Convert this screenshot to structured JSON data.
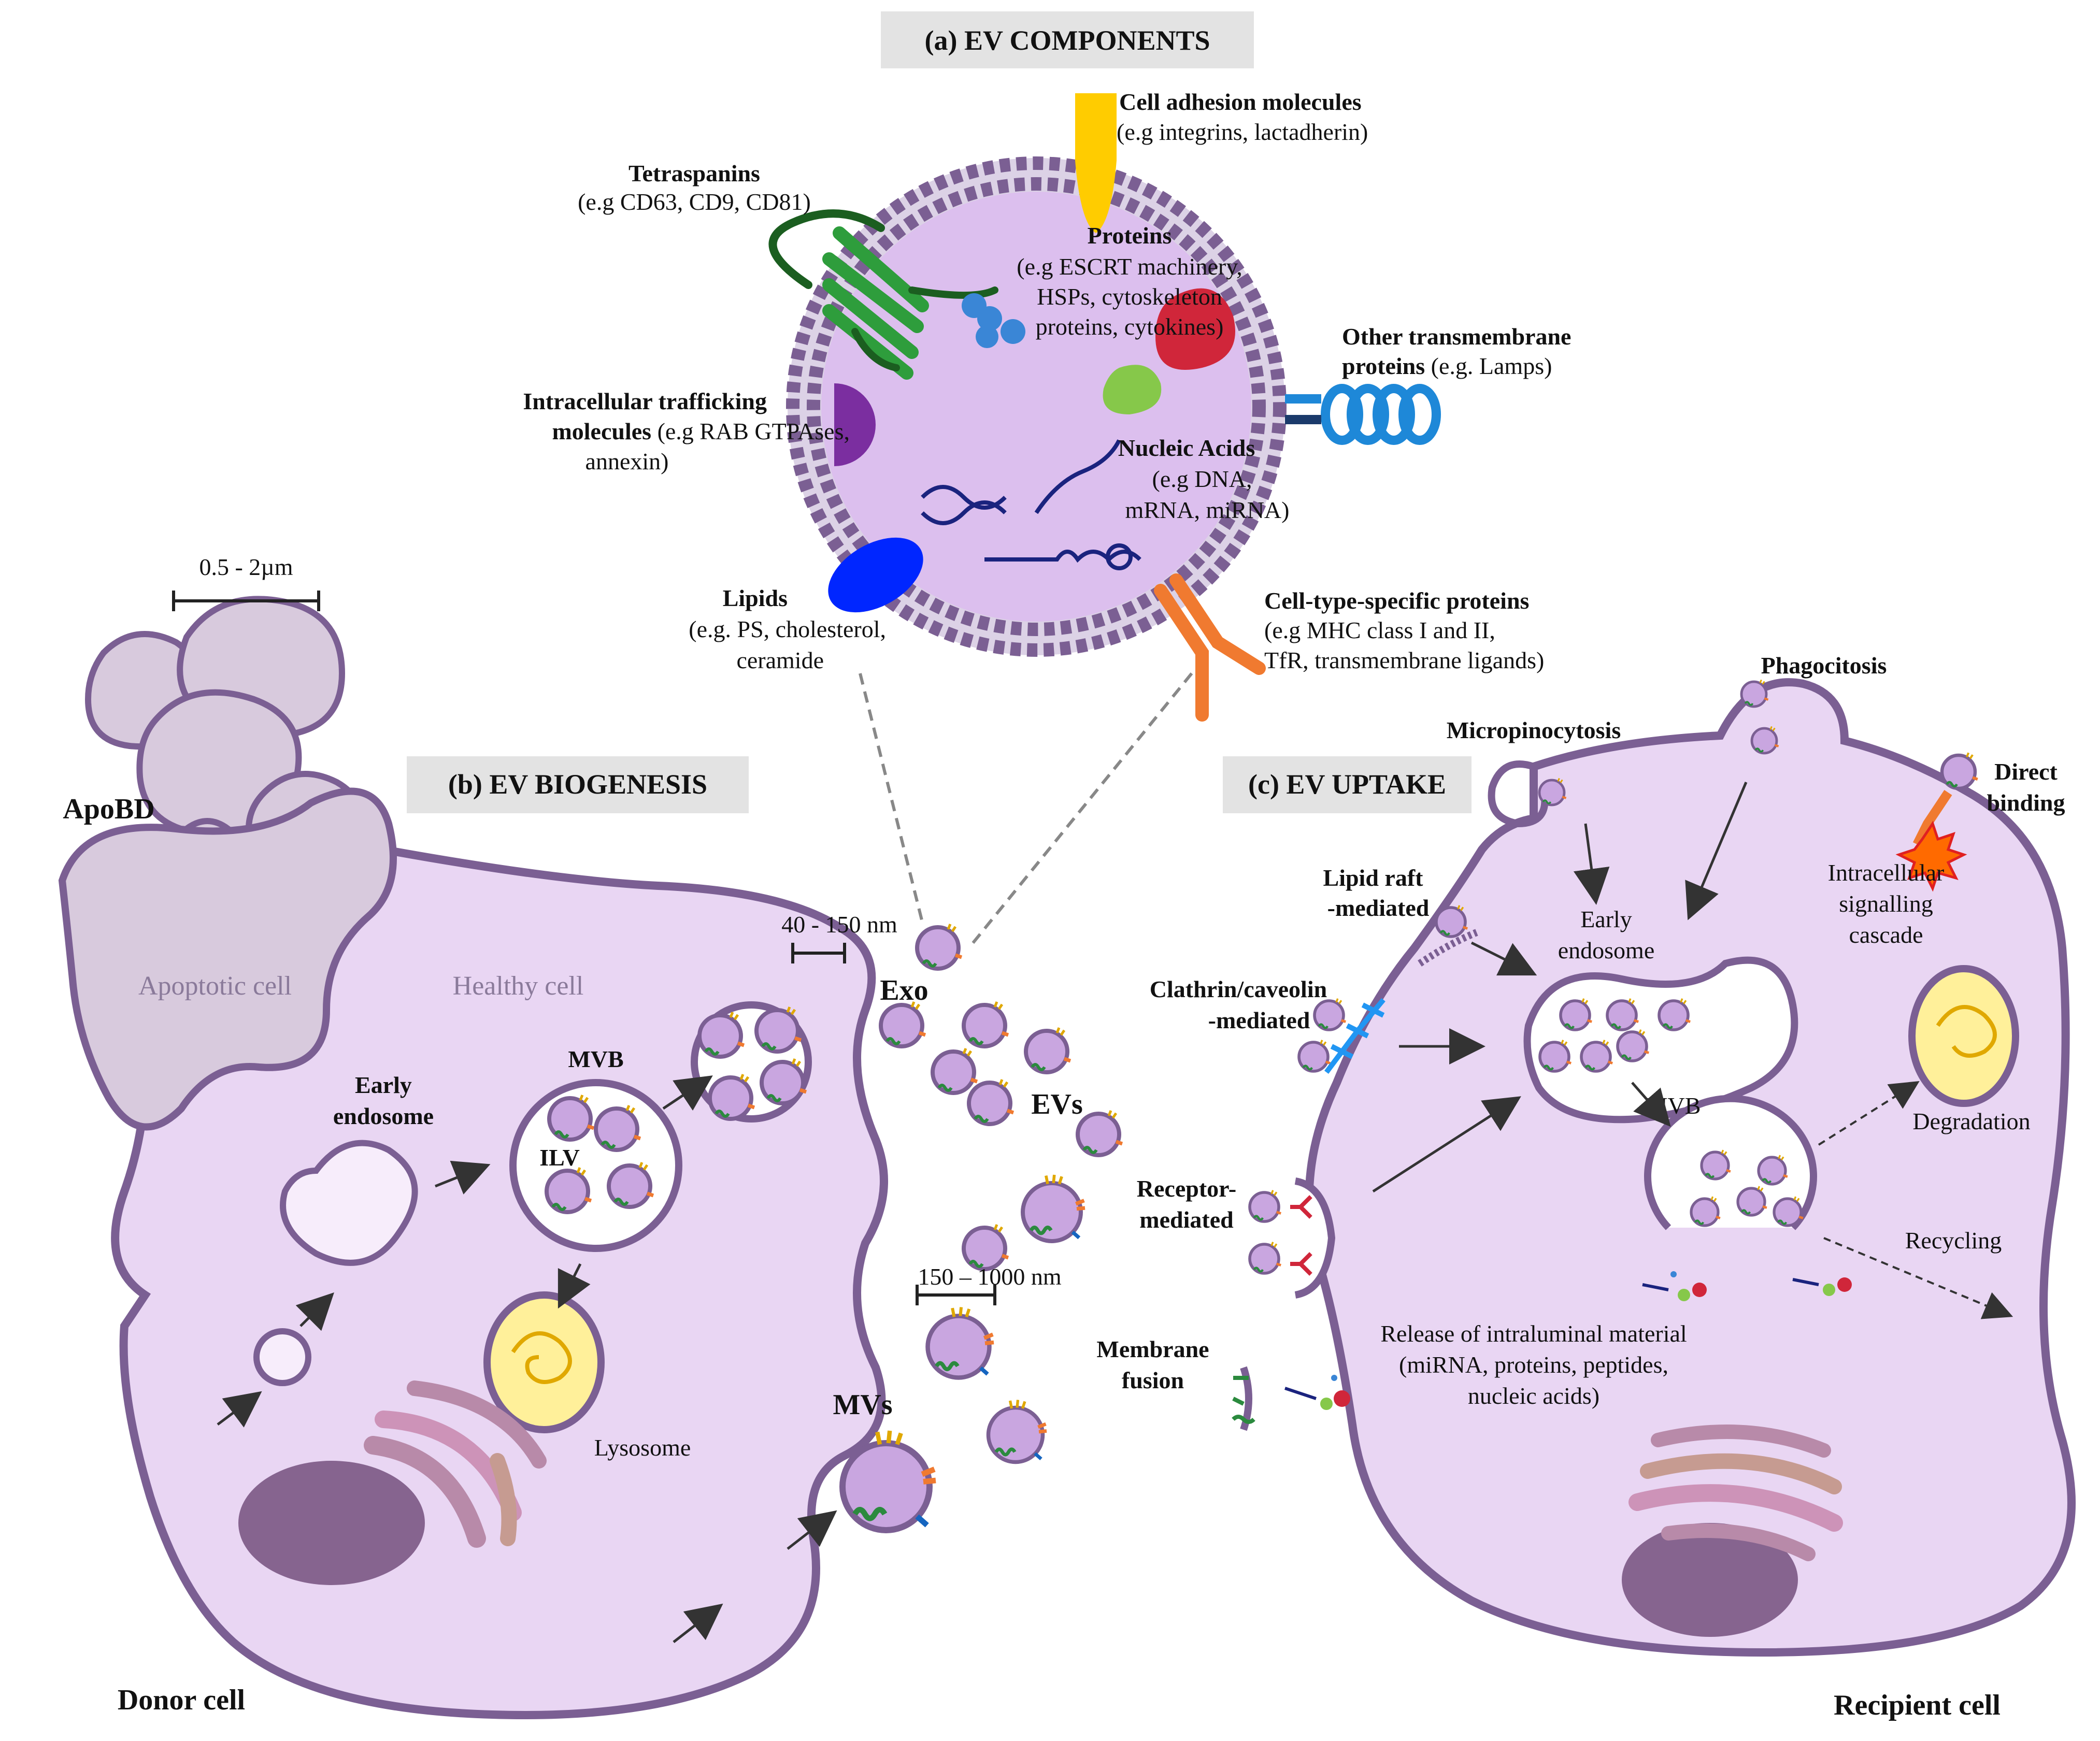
{
  "panels": {
    "a": "(a) EV COMPONENTS",
    "b": "(b) EV BIOGENESIS",
    "c": "(c) EV UPTAKE"
  },
  "components": {
    "adhesion_title": "Cell adhesion molecules",
    "adhesion_sub": "(e.g integrins, lactadherin)",
    "tetra_title": "Tetraspanins",
    "tetra_sub": "(e.g CD63, CD9, CD81)",
    "proteins_title": "Proteins",
    "proteins_l1": "(e.g ESCRT machinery,",
    "proteins_l2": "HSPs, cytoskeleton",
    "proteins_l3": "proteins, cytokines)",
    "other_title_l1": "Other transmembrane",
    "other_title_l2": "proteins",
    "other_sub": " (e.g. Lamps)",
    "traffic_l1": "Intracellular trafficking",
    "traffic_l2b": "molecules",
    "traffic_l2": " (e.g RAB GTPAses,",
    "traffic_l3": "annexin)",
    "nucleic_title": "Nucleic Acids",
    "nucleic_l1": "(e.g DNA,",
    "nucleic_l2": "mRNA, miRNA)",
    "lipids_title": "Lipids",
    "lipids_l1": "(e.g. PS, cholesterol,",
    "lipids_l2": "ceramide",
    "celltype_title": "Cell-type-specific proteins",
    "celltype_l1": "(e.g  MHC class I and II,",
    "celltype_l2": "TfR, transmembrane ligands)"
  },
  "biogenesis": {
    "scale_apo": "0.5 - 2µm",
    "apobd": "ApoBD",
    "apoptotic_cell": "Apoptotic cell",
    "healthy_cell": "Healthy cell",
    "scale_exo": "40 - 150 nm",
    "exo": "Exo",
    "evs": "EVs",
    "mvb": "MVB",
    "ilv": "ILV",
    "early_l1": "Early",
    "early_l2": "endosome",
    "lysosome": "Lysosome",
    "scale_mv": "150 – 1000 nm",
    "mvs": "MVs",
    "donor": "Donor cell"
  },
  "uptake": {
    "phago": "Phagocitosis",
    "micro": "Micropinocytosis",
    "direct_l1": "Direct",
    "direct_l2": "binding",
    "signal_l1": "Intracellular",
    "signal_l2": "signalling",
    "signal_l3": "cascade",
    "raft_l1": "Lipid raft",
    "raft_l2": "-mediated",
    "clath_l1": "Clathrin/caveolin",
    "clath_l2": "-mediated",
    "early_l1": "Early",
    "early_l2": "endosome",
    "mvb": "MVB",
    "degradation": "Degradation",
    "recycling": "Recycling",
    "receptor_l1": "Receptor-",
    "receptor_l2": "mediated",
    "fusion_l1": "Membrane",
    "fusion_l2": "fusion",
    "release_l1": "Release of intraluminal material",
    "release_l2": "(miRNA, proteins, peptides,",
    "release_l3": "nucleic acids)",
    "recipient": "Recipient cell"
  }
}
